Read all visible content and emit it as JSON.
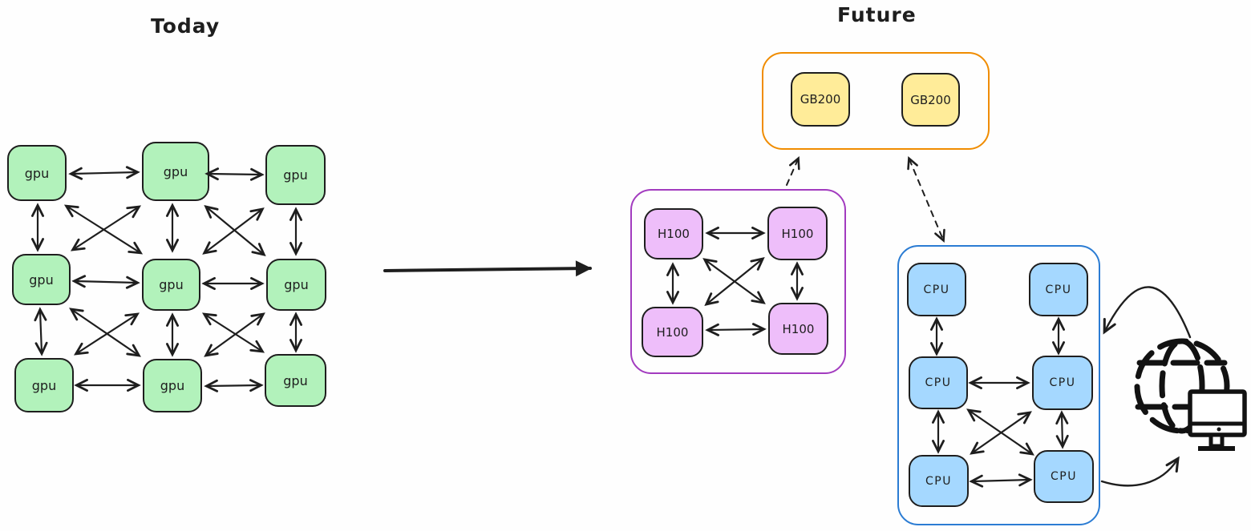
{
  "today": {
    "title": "Today",
    "nodes": [
      "gpu",
      "gpu",
      "gpu",
      "gpu",
      "gpu",
      "gpu",
      "gpu",
      "gpu",
      "gpu"
    ]
  },
  "future": {
    "title": "Future",
    "gb200": {
      "nodes": [
        "GB200",
        "GB200"
      ]
    },
    "h100": {
      "nodes": [
        "H100",
        "H100",
        "H100",
        "H100"
      ]
    },
    "cpu": {
      "nodes": [
        "CPU",
        "CPU",
        "CPU",
        "CPU",
        "CPU",
        "CPU"
      ]
    }
  },
  "icons": {
    "globe": "globe-icon",
    "monitor": "computer-monitor-icon"
  },
  "colors": {
    "gpu_fill": "#b2f2bb",
    "gb200_fill": "#ffec99",
    "h100_fill": "#eebefa",
    "cpu_fill": "#a5d8ff",
    "node_border": "#1e1e1e",
    "gb200_container_border": "#f08c00",
    "h100_container_border": "#a23bbf",
    "cpu_container_border": "#2b7cd3",
    "arrow": "#1e1e1e",
    "background": "#fefefe"
  }
}
